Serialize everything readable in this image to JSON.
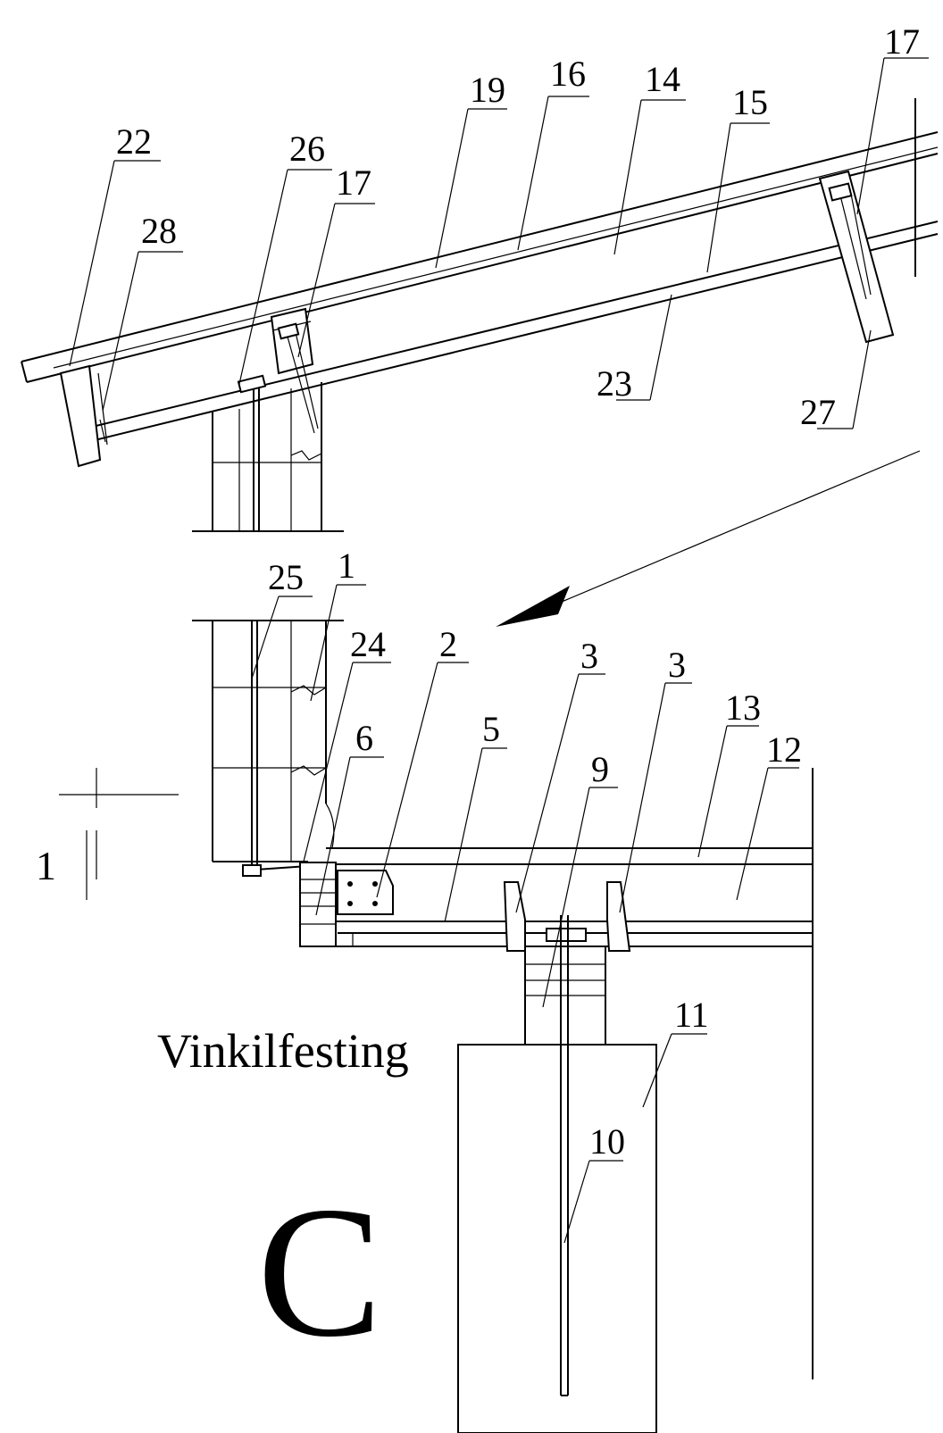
{
  "caption": "Vinkilfesting",
  "view_letter": "C",
  "section_marker": "1",
  "labels": {
    "n22": "22",
    "n28": "28",
    "n26": "26",
    "n17a": "17",
    "n19": "19",
    "n16": "16",
    "n14": "14",
    "n15": "15",
    "n17b": "17",
    "n23": "23",
    "n27": "27",
    "n25": "25",
    "n1": "1",
    "n24": "24",
    "n2": "2",
    "n3a": "3",
    "n3b": "3",
    "n13": "13",
    "n12": "12",
    "n6": "6",
    "n5": "5",
    "n9": "9",
    "n11": "11",
    "n10": "10"
  }
}
